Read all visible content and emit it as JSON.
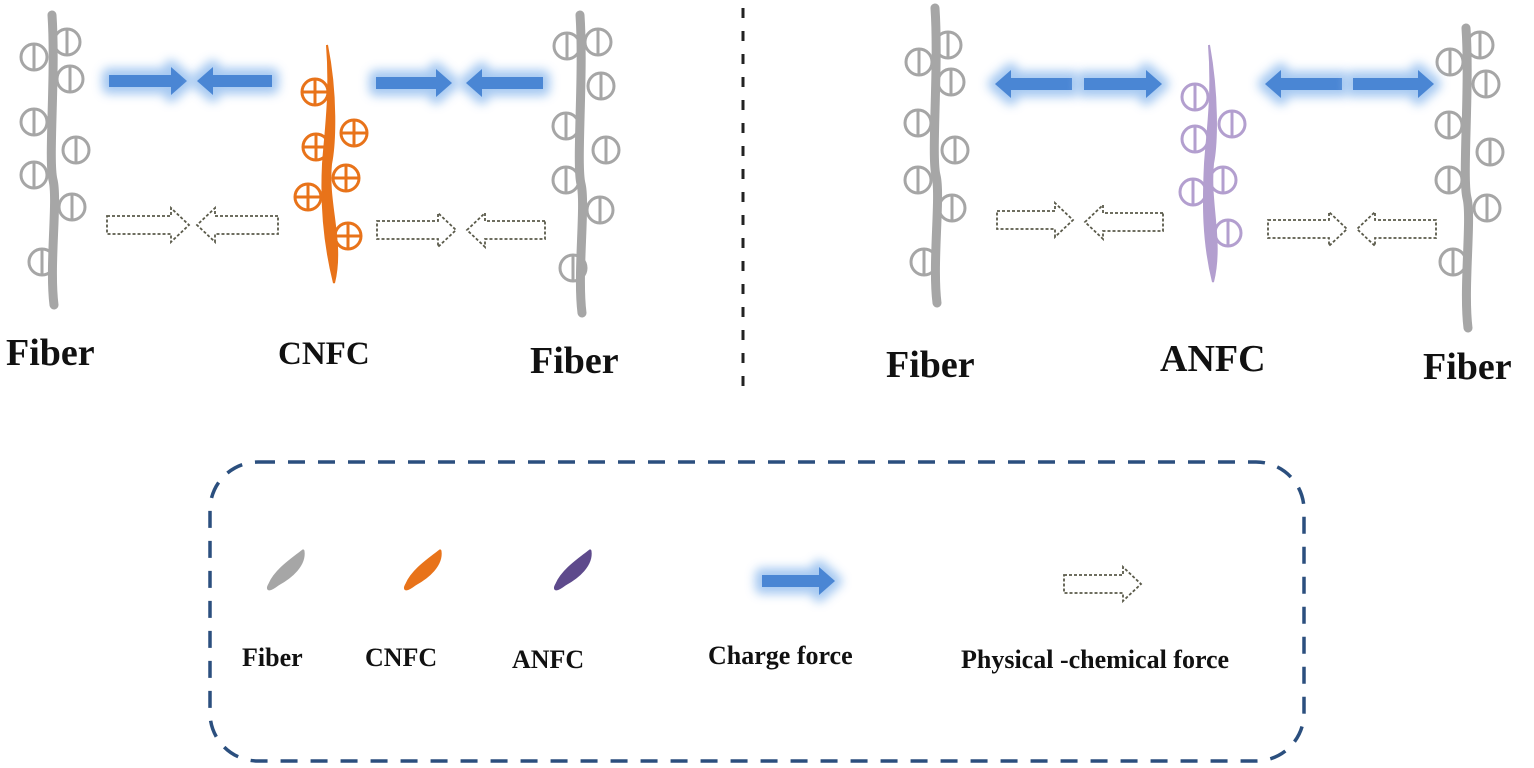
{
  "colors": {
    "fiber": "#a6a6a6",
    "cnfc": "#e8731a",
    "anfc": "#b39fcf",
    "anfc_legend": "#5e4a8c",
    "charge_arrow": "#4a86d4",
    "charge_glow": "#9cc3f0",
    "dashed_arrow": "#5a5a4a",
    "legend_border": "#2b4f7e",
    "divider": "#222222"
  },
  "panels": [
    {
      "id": "cationic",
      "interaction": "attraction",
      "labels": {
        "left_fiber": "Fiber",
        "center": "CNFC",
        "right_fiber": "Fiber"
      },
      "center_charge": "positive",
      "fiber_charge": "negative"
    },
    {
      "id": "anionic",
      "interaction": "repulsion",
      "labels": {
        "left_fiber": "Fiber",
        "center": "ANFC",
        "right_fiber": "Fiber"
      },
      "center_charge": "negative",
      "fiber_charge": "negative"
    }
  ],
  "legend": {
    "items": [
      {
        "icon": "fiber-icon",
        "label": "Fiber"
      },
      {
        "icon": "cnfc-icon",
        "label": "CNFC"
      },
      {
        "icon": "anfc-icon",
        "label": "ANFC"
      },
      {
        "icon": "charge-force-arrow-icon",
        "label": "Charge force"
      },
      {
        "icon": "physical-chemical-force-arrow-icon",
        "label": "Physical -chemical force"
      }
    ]
  }
}
